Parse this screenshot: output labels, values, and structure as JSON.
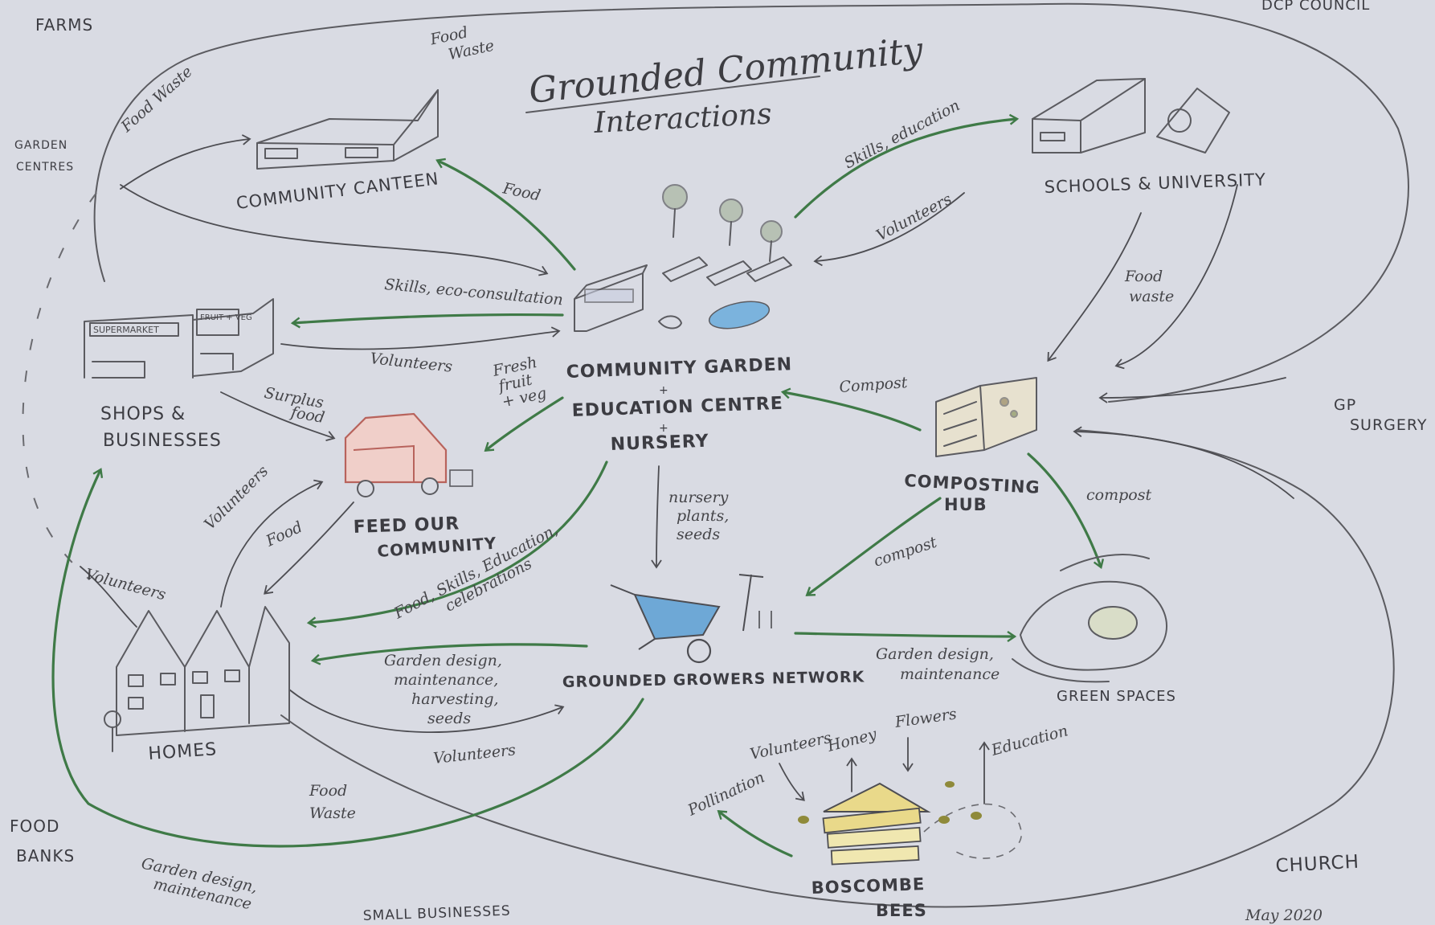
{
  "title": {
    "line1": "Grounded Community",
    "line2": "Interactions"
  },
  "date": "May 2020",
  "corner_top_right": "DCP COUNCIL",
  "nodes": {
    "community_canteen": "COMMUNITY CANTEEN",
    "schools_university": "SCHOOLS & UNIVERSITY",
    "shops_businesses": {
      "line1": "SHOPS &",
      "line2": "BUSINESSES"
    },
    "shop_signs": {
      "supermarket": "SUPERMARKET",
      "fruit_veg": "FRUIT + VEG"
    },
    "community_garden": {
      "line1": "COMMUNITY GARDEN",
      "line2": "+",
      "line3": "EDUCATION CENTRE",
      "line4": "+",
      "line5": "NURSERY"
    },
    "composting_hub": {
      "line1": "COMPOSTING",
      "line2": "HUB"
    },
    "feed_our_community": {
      "line1": "FEED OUR",
      "line2": "COMMUNITY"
    },
    "homes": "HOMES",
    "growers_network": "GROUNDED GROWERS NETWORK",
    "green_spaces": "GREEN SPACES",
    "boscombe_bees": {
      "line1": "BOSCOMBE",
      "line2": "BEES"
    }
  },
  "periphery": {
    "farms": "FARMS",
    "garden_centres": {
      "line1": "GARDEN",
      "line2": "CENTRES"
    },
    "gp_surgery": {
      "line1": "GP",
      "line2": "SURGERY"
    },
    "food_banks": {
      "line1": "FOOD",
      "line2": "BANKS"
    },
    "church": "CHURCH",
    "small_businesses": "SMALL BUSINESSES"
  },
  "edge_labels": {
    "food_waste_top": {
      "line1": "Food",
      "line2": "Waste"
    },
    "food_waste_left": "Food Waste",
    "food_canteen": "Food",
    "skills_education": "Skills, education",
    "volunteers_schools": "Volunteers",
    "food_waste_schools": {
      "line1": "Food",
      "line2": "waste"
    },
    "skills_eco": "Skills, eco-consultation",
    "volunteers_shops": "Volunteers",
    "surplus_food": {
      "line1": "Surplus",
      "line2": "food"
    },
    "fresh_fruit": {
      "line1": "Fresh",
      "line2": "fruit",
      "line3": "+ veg"
    },
    "compost_garden": "Compost",
    "compost_growers": "compost",
    "compost_green": "compost",
    "nursery_plants": {
      "line1": "nursery",
      "line2": "plants,",
      "line3": "seeds"
    },
    "volunteers_homes_feed": "Volunteers",
    "food_feed_homes": "Food",
    "volunteers_left": "Volunteers",
    "food_skills": {
      "line1": "Food, Skills, Education,",
      "line2": "celebrations"
    },
    "garden_design_homes": {
      "line1": "Garden design,",
      "line2": "maintenance,",
      "line3": "harvesting,",
      "line4": "seeds"
    },
    "volunteers_growers": "Volunteers",
    "garden_design_green": {
      "line1": "Garden design,",
      "line2": "maintenance"
    },
    "food_waste_homes": {
      "line1": "Food",
      "line2": "Waste"
    },
    "garden_design_banks": {
      "line1": "Garden design,",
      "line2": "maintenance"
    },
    "volunteers_bees": "Volunteers",
    "honey": "Honey",
    "flowers": "Flowers",
    "education": "Education",
    "pollination": "Pollination"
  }
}
